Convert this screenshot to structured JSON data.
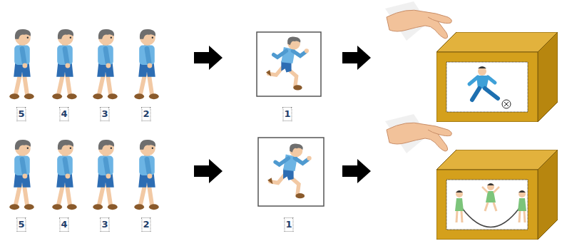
{
  "diagram": {
    "nodes": [
      {
        "text": [
          "5"
        ]
      },
      {
        "text": [
          "4"
        ]
      },
      {
        "text": [
          "3"
        ]
      },
      {
        "text": [
          "2"
        ]
      },
      {
        "text": [
          "1"
        ]
      },
      {
        "text": [
          "5"
        ]
      },
      {
        "text": [
          "4"
        ]
      },
      {
        "text": [
          "3"
        ]
      },
      {
        "text": [
          "2"
        ]
      },
      {
        "text": [
          "1"
        ]
      }
    ]
  }
}
